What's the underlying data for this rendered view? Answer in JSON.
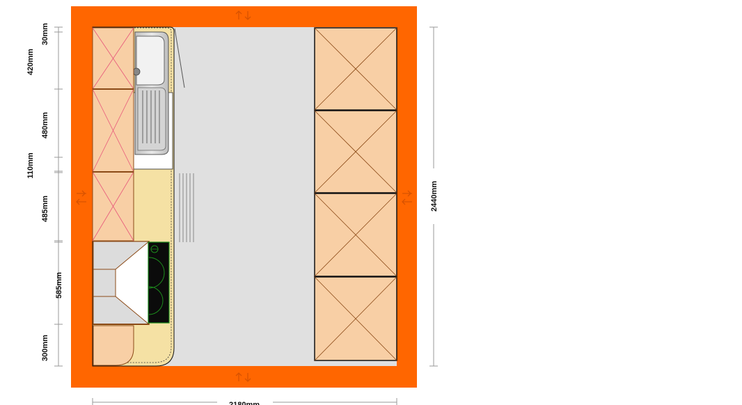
{
  "plan": {
    "colors": {
      "wall": "#ff6600",
      "floor": "#e0e0e0",
      "worktop": "#f5e1a4",
      "cabinet": "#f8cfa5",
      "cabinet_edge": "#8b4a17",
      "cross_magenta": "#e8557a",
      "cross_brown": "#8b4a17",
      "tall_unit_edge": "#111111",
      "hob": "#0b0b0b",
      "hob_edge": "#1c8a1c",
      "sink": "#d0d0d0",
      "dim_line": "#9a9a9a",
      "door_arrow": "#cc4c00"
    },
    "icons": {
      "door_arrow": "door-arrow-icon",
      "hob": "hob-icon",
      "sink": "sink-icon",
      "hood": "extractor-hood-icon"
    },
    "dimensions_left": [
      "30mm",
      "420mm",
      "480mm",
      "110mm",
      "485mm",
      "585mm",
      "300mm"
    ],
    "dimension_right": "2440mm",
    "dimension_bottom": "2180mm"
  }
}
